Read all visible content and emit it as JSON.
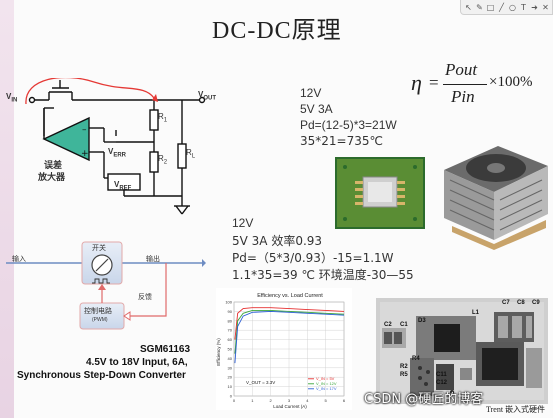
{
  "slide": {
    "title": "DC-DC原理"
  },
  "toolbar": {
    "icons": [
      "select-arrow-icon",
      "pen-icon",
      "square-icon",
      "line-icon",
      "circle-icon",
      "text-icon",
      "arrow-icon",
      "close-icon"
    ]
  },
  "circuit": {
    "vin_label": "V",
    "vin_sub": "IN",
    "vout_label": "V",
    "vout_sub": "OUT",
    "r1": "R",
    "r1_sub": "1",
    "r2": "R",
    "r2_sub": "2",
    "rl": "R",
    "rl_sub": "L",
    "verr": "V",
    "verr_sub": "ERR",
    "vref": "V",
    "vref_sub": "REF",
    "amp_label_1": "误差",
    "amp_label_2": "放大器"
  },
  "block_diagram": {
    "switch_label": "开关",
    "input_label": "输入",
    "output_label": "输出",
    "feedback_label": "反馈",
    "control_label": "控制电路",
    "control_sub": "(PWM)"
  },
  "part": {
    "name": "SGM61163",
    "desc_1": "4.5V to 18V Input, 6A,",
    "desc_2": "Synchronous Step-Down Converter"
  },
  "calc1": {
    "line1": "12V",
    "line2": "5V 3A",
    "line3": "Pd=(12-5)*3=21W",
    "line4": "35*21=735℃"
  },
  "calc2": {
    "line1": "12V",
    "line2": "5V 3A 效率0.93",
    "line3": "Pd=（5*3/0.93）-15=1.1W",
    "line4": "1.1*35=39 ℃  环境温度-30—55"
  },
  "formula": {
    "eta": "η",
    "equals": "=",
    "numerator": "Pout",
    "denominator": "Pin",
    "tail": "×100%"
  },
  "pcb": {
    "labels": [
      "C7",
      "C8",
      "C9",
      "L1",
      "C2",
      "C1",
      "D3",
      "R4",
      "R2",
      "R5",
      "C11",
      "C12"
    ]
  },
  "footer": {
    "watermark": "CSDN @硬匠的博客",
    "signature": "Trent 嵌入式硬件"
  },
  "chart_data": {
    "type": "line",
    "title": "Efficiency vs. Load Current",
    "xlabel": "Load Current (A)",
    "ylabel": "Efficiency (%)",
    "xlim": [
      0,
      6
    ],
    "ylim": [
      0,
      100
    ],
    "x_ticks": [
      "0",
      "1",
      "2",
      "3",
      "4",
      "5",
      "6"
    ],
    "y_ticks": [
      "0",
      "10",
      "20",
      "30",
      "40",
      "50",
      "60",
      "70",
      "80",
      "90",
      "100"
    ],
    "annotation": "V_OUT = 3.3V",
    "legend": [
      "V_IN = 5V",
      "V_IN = 12V",
      "V_IN = 17V"
    ],
    "legend_position": "bottom-right",
    "grid": true,
    "series": [
      {
        "name": "V_IN = 5V",
        "color": "#e63030",
        "x": [
          0.05,
          0.2,
          0.5,
          1,
          2,
          3,
          4,
          5,
          6
        ],
        "y": [
          60,
          88,
          93,
          94,
          94,
          93,
          92,
          91,
          90
        ]
      },
      {
        "name": "V_IN = 12V",
        "color": "#3aa53a",
        "x": [
          0.05,
          0.2,
          0.5,
          1,
          2,
          3,
          4,
          5,
          6
        ],
        "y": [
          45,
          80,
          88,
          91,
          91,
          90,
          89,
          88,
          87
        ]
      },
      {
        "name": "V_IN = 17V",
        "color": "#2d5fd6",
        "x": [
          0.05,
          0.2,
          0.5,
          1,
          2,
          3,
          4,
          5,
          6
        ],
        "y": [
          35,
          74,
          85,
          89,
          90,
          89,
          88,
          87,
          86
        ]
      }
    ]
  }
}
